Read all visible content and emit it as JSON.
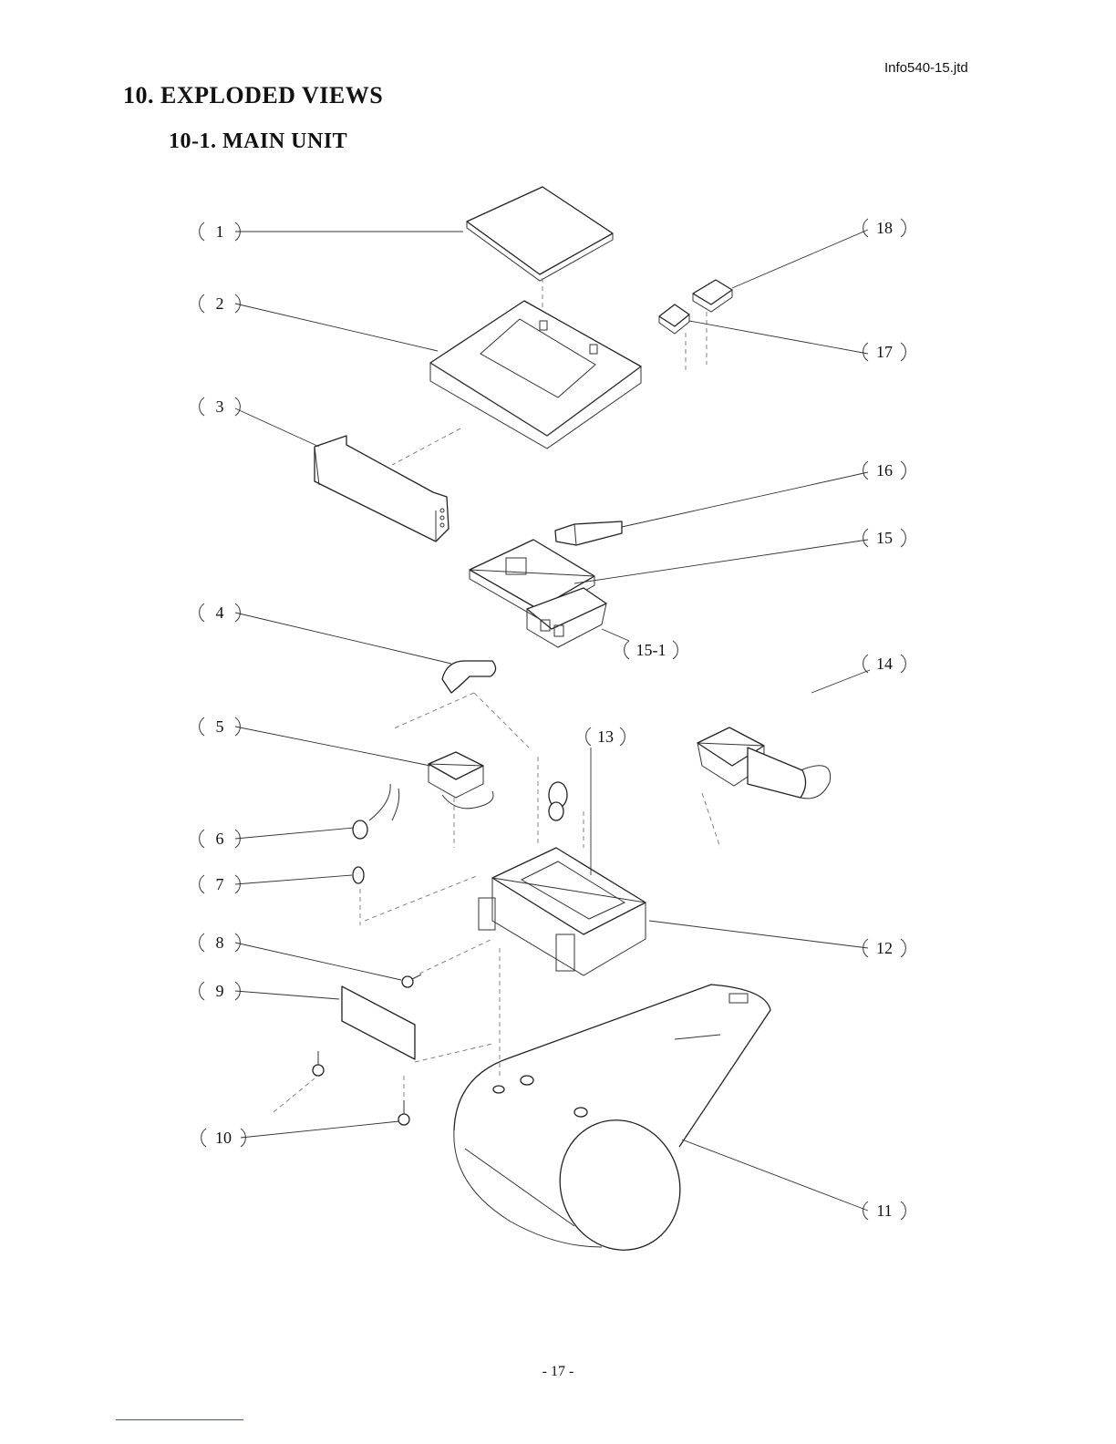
{
  "header": {
    "file_id": "Info540-15.jtd"
  },
  "section_title": "10. EXPLODED VIEWS",
  "subsection_title": "10-1. MAIN UNIT",
  "callouts": [
    "1",
    "2",
    "3",
    "4",
    "5",
    "6",
    "7",
    "8",
    "9",
    "10",
    "11",
    "12",
    "13",
    "14",
    "15",
    "15-1",
    "16",
    "17",
    "18"
  ],
  "footer": {
    "page_number": "- 17 -"
  }
}
